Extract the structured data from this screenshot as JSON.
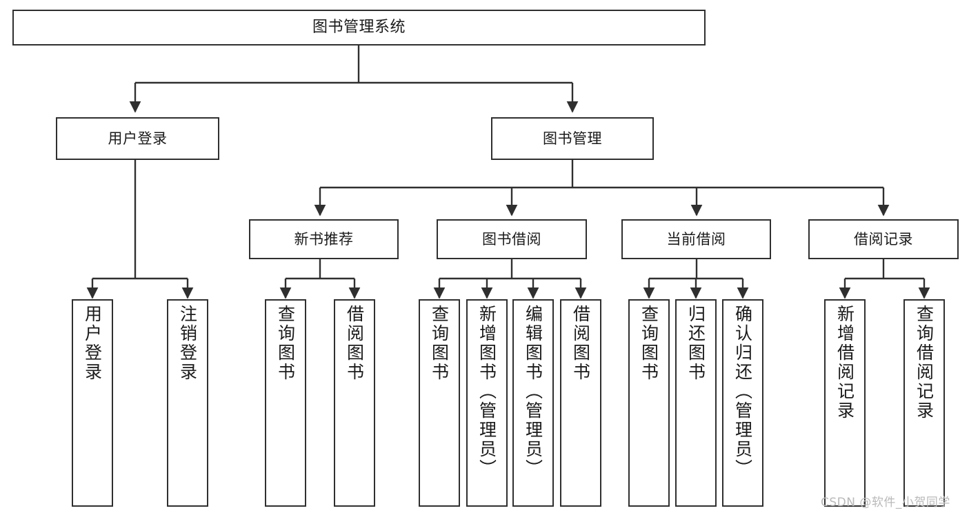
{
  "diagram": {
    "title": "图书管理系统",
    "type": "tree-hierarchy",
    "stroke_color": "#2f2f2f",
    "fill_color": "#ffffff",
    "text_color": "#1a1a1a"
  },
  "nodes": {
    "root": {
      "label": "图书管理系统"
    },
    "level2": [
      {
        "label": "用户登录"
      },
      {
        "label": "图书管理"
      }
    ],
    "level3": [
      {
        "label": "新书推荐"
      },
      {
        "label": "图书借阅"
      },
      {
        "label": "当前借阅"
      },
      {
        "label": "借阅记录"
      }
    ],
    "leaves_user_login": [
      {
        "label": "用户登录"
      },
      {
        "label": "注销登录"
      }
    ],
    "leaves_new_book": [
      {
        "label": "查询图书"
      },
      {
        "label": "借阅图书"
      }
    ],
    "leaves_borrow": [
      {
        "label": "查询图书"
      },
      {
        "label": "新增图书（管理员）"
      },
      {
        "label": "编辑图书（管理员）"
      },
      {
        "label": "借阅图书"
      }
    ],
    "leaves_current": [
      {
        "label": "查询图书"
      },
      {
        "label": "归还图书"
      },
      {
        "label": "确认归还（管理员）"
      }
    ],
    "leaves_records": [
      {
        "label": "新增借阅记录"
      },
      {
        "label": "查询借阅记录"
      }
    ]
  },
  "watermark": {
    "text": "CSDN @软件_小贺同学",
    "color": "#b9b9b9"
  }
}
